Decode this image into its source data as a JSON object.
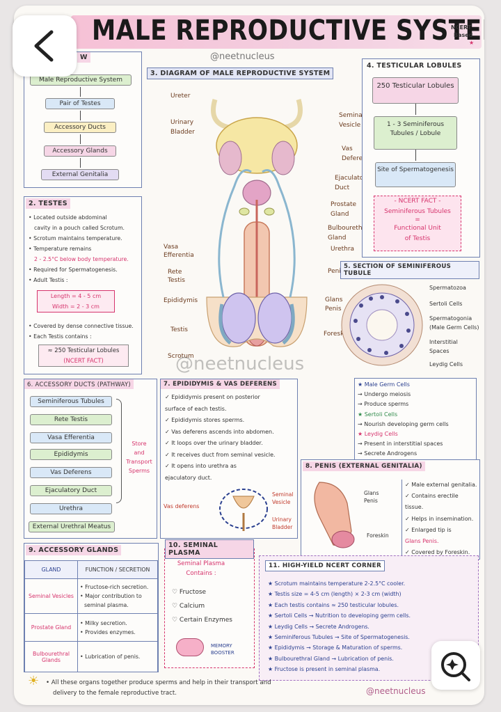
{
  "title": "MALE REPRODUCTIVE SYSTEM",
  "badge": {
    "line1": "NCERT",
    "line2": "Based"
  },
  "handle": "@neetnucleus",
  "watermark": "@neetnucleus",
  "overview": {
    "heading": "W",
    "items": [
      "Male Reproductive System",
      "Pair of Testes",
      "Accessory Ducts",
      "Accessory Glands",
      "External Genitalia"
    ]
  },
  "testes": {
    "heading": "2. TESTES",
    "lines": [
      "• Located outside abdominal",
      "  cavity in a pouch called Scrotum.",
      "• Scrotum maintains temperature.",
      "• Temperature remains",
      "  2 - 2.5°C below body temperature.",
      "• Required for Spermatogenesis.",
      "• Adult Testis :"
    ],
    "length": "Length = 4 - 5 cm",
    "width": "Width = 2 - 3 cm",
    "lines2": [
      "• Covered by dense connective tissue.",
      "• Each Testis contains :"
    ],
    "lobules": "≈ 250 Testicular Lobules",
    "ncert": "(NCERT FACT)"
  },
  "diagram": {
    "heading": "3. DIAGRAM OF MALE REPRODUCTIVE SYSTEM",
    "left_labels": [
      "Ureter",
      "Urinary Bladder",
      "Vasa Efferentia",
      "Rete Testis",
      "Epididymis",
      "Testis",
      "Scrotum"
    ],
    "right_labels": [
      "Seminal Vesicle",
      "Vas Deferens",
      "Ejaculatory Duct",
      "Prostate Gland",
      "Bulbourethral Gland",
      "Urethra",
      "Penis",
      "Glans Penis",
      "Foreskin"
    ]
  },
  "lobules": {
    "heading": "4. TESTICULAR LOBULES",
    "steps": [
      "250 Testicular Lobules",
      "1 - 3 Seminiferous Tubules / Lobule",
      "Site of Spermatogenesis"
    ],
    "fact": [
      "- NCERT FACT -",
      "Seminiferous Tubules",
      "=",
      "Functional Unit",
      "of Testis"
    ]
  },
  "section": {
    "heading": "5. SECTION OF SEMINIFEROUS TUBULE",
    "labels": [
      "Spermatozoa",
      "Sertoli Cells",
      "Spermatogonia (Male Germ Cells)",
      "Interstitial Spaces",
      "Leydig Cells"
    ],
    "notes": [
      "★ Male Germ Cells",
      "   → Undergo meiosis",
      "   → Produce sperms",
      "★ Sertoli Cells",
      "   → Nourish developing germ cells",
      "★ Leydig Cells",
      "   → Present in interstitial spaces",
      "   → Secrete Androgens"
    ]
  },
  "ducts": {
    "heading": "6. ACCESSORY DUCTS (PATHWAY)",
    "items": [
      "Seminiferous Tubules",
      "Rete Testis",
      "Vasa Efferentia",
      "Epididymis",
      "Vas Deferens",
      "Ejaculatory Duct",
      "Urethra",
      "External Urethral Meatus"
    ],
    "side": [
      "Store",
      "and",
      "Transport",
      "Sperms"
    ]
  },
  "epididymis": {
    "heading": "7. EPIDIDYMIS & VAS DEFERENS",
    "lines": [
      "✓ Epididymis present on posterior",
      "   surface of each testis.",
      "✓ Epididymis stores sperms.",
      "✓ Vas deferens ascends into abdomen.",
      "✓ It loops over the urinary bladder.",
      "✓ It receives duct from seminal vesicle.",
      "✓ It opens into urethra as",
      "   ejaculatory duct."
    ],
    "labels": [
      "Vas deferens",
      "Seminal Vesicle",
      "Urinary Bladder"
    ]
  },
  "penis": {
    "heading": "8. PENIS (EXTERNAL GENITALIA)",
    "labels": [
      "Glans Penis",
      "Foreskin"
    ],
    "lines": [
      "✓ Male external genitalia.",
      "✓ Contains erectile",
      "   tissue.",
      "✓ Helps in insemination.",
      "✓ Enlarged tip is",
      "   Glans Penis.",
      "✓ Covered by Foreskin."
    ]
  },
  "glands": {
    "heading": "9. ACCESSORY GLANDS",
    "col1": "GLAND",
    "col2": "FUNCTION / SECRETION",
    "rows": [
      {
        "gland": "Seminal Vesicles",
        "fn": [
          "• Fructose-rich secretion.",
          "• Major contribution to",
          "  seminal plasma."
        ]
      },
      {
        "gland": "Prostate Gland",
        "fn": [
          "• Milky secretion.",
          "• Provides enzymes."
        ]
      },
      {
        "gland": "Bulbourethral Glands",
        "fn": [
          "• Lubrication of penis."
        ]
      }
    ]
  },
  "plasma": {
    "heading": "10. SEMINAL PLASMA",
    "intro": [
      "Seminal Plasma",
      "Contains :"
    ],
    "items": [
      "♡ Fructose",
      "♡ Calcium",
      "♡ Certain Enzymes"
    ],
    "booster": [
      "MEMORY",
      "BOOSTER"
    ]
  },
  "corner": {
    "heading": "11. HIGH-YIELD NCERT CORNER",
    "lines": [
      "★ Scrotum maintains temperature 2-2.5°C cooler.",
      "★ Testis size = 4-5 cm (length) × 2-3 cm (width)",
      "★ Each testis contains ≈ 250 testicular lobules.",
      "★ Sertoli Cells → Nutrition to developing germ cells.",
      "★ Leydig Cells → Secrete Androgens.",
      "★ Seminiferous Tubules → Site of Spermatogenesis.",
      "★ Epididymis → Storage & Maturation of sperms.",
      "★ Bulbourethral Gland → Lubrication of penis.",
      "★ Fructose is present in seminal plasma."
    ]
  },
  "footer": [
    "• All these organs together produce sperms and help in their transport and",
    "delivery to the female reproductive tract."
  ],
  "colors": {
    "pink": "#d6336c",
    "navy": "#2a3f8f",
    "border": "#6d7fb0"
  }
}
